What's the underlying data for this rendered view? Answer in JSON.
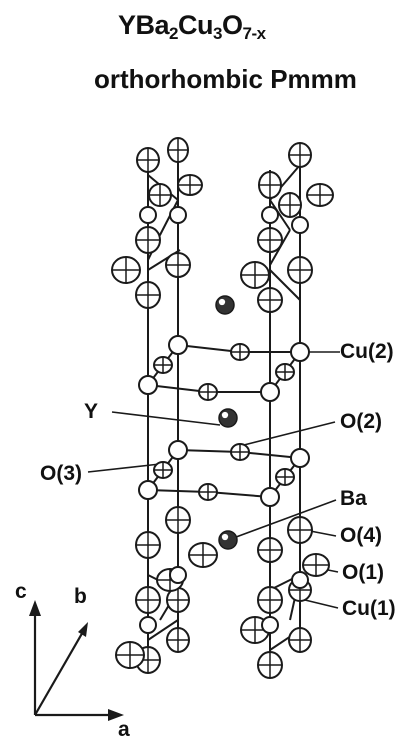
{
  "title": {
    "formula_parts": [
      "YBa",
      "2",
      "Cu",
      "3",
      "O",
      "7-x"
    ],
    "subtitle": "orthorhombic Pmmm"
  },
  "labels": {
    "cu2": "Cu(2)",
    "y": "Y",
    "o2": "O(2)",
    "o3": "O(3)",
    "ba": "Ba",
    "o4": "O(4)",
    "o1": "O(1)",
    "cu1": "Cu(1)"
  },
  "axes": {
    "c": "c",
    "b": "b",
    "a": "a"
  },
  "colors": {
    "ink": "#1a1a1a",
    "paper": "#ffffff"
  }
}
